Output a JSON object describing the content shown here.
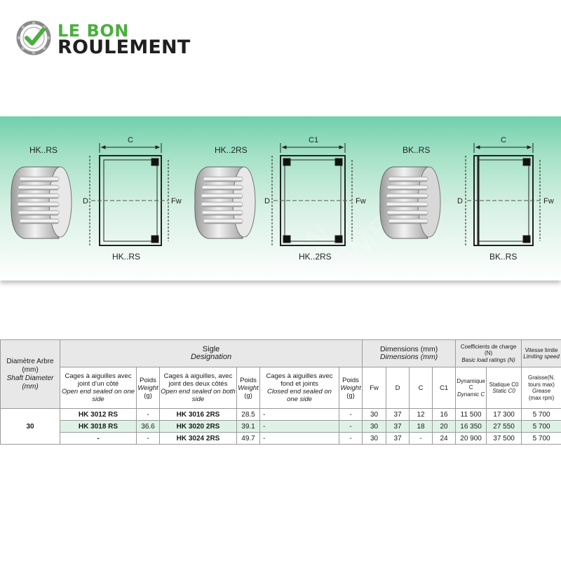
{
  "brand": {
    "line1": "LE BON",
    "line2": "ROULEMENT",
    "accent": "#4bae3f"
  },
  "diagrams": [
    {
      "title": "HK..RS",
      "caption": "HK..RS",
      "dim_top": "C",
      "dim_left": "D",
      "dim_right": "Fw"
    },
    {
      "title": "HK..2RS",
      "caption": "HK..2RS",
      "dim_top": "C1",
      "dim_left": "D",
      "dim_right": "Fw"
    },
    {
      "title": "BK..RS",
      "caption": "BK..RS",
      "dim_top": "C",
      "dim_left": "D",
      "dim_right": "Fw"
    }
  ],
  "table": {
    "shaft": {
      "fr": "Diamètre Arbre (mm)",
      "en": "Shaft Diameter (mm)",
      "value": "30"
    },
    "sigle": {
      "fr": "Sigle",
      "en": "Designation"
    },
    "dimensions": {
      "fr": "Dimensions (mm)",
      "en": "Dimensions (mm)"
    },
    "load": {
      "fr": "Coefficients de charge (N)",
      "en": "Basic load ratings (N)"
    },
    "speed": {
      "fr": "Vitesse limite",
      "en": "Limiting speed"
    },
    "col_open": {
      "fr": "Cages à aiguilles avec joint d'un côté",
      "en": "Open end sealed on one side"
    },
    "col_both": {
      "fr": "Cages à aiguilles, avec joint des deux côtés",
      "en": "Open end sealed on both side"
    },
    "col_closed": {
      "fr": "Cages à aiguilles avec fond et joints",
      "en": "Closed end sealed on one side"
    },
    "weight": {
      "fr": "Poids",
      "en": "Weight",
      "unit": "(g)"
    },
    "dims": {
      "fw": "Fw",
      "d": "D",
      "c": "C",
      "c1": "C1"
    },
    "dynamic": {
      "fr": "Dynamique C",
      "en": "Dynamic C"
    },
    "static": {
      "fr": "Statique C0",
      "en": "Static C0"
    },
    "grease": {
      "fr": "Graisse(N. tours max)",
      "en": "Grease",
      "unit": "(max rpm)"
    },
    "rows": [
      {
        "rs": "HK 3012 RS",
        "w1": "-",
        "rs2": "HK 3016 2RS",
        "w2": "28.5",
        "bk": "-",
        "w3": "-",
        "fw": "30",
        "d": "37",
        "c": "12",
        "c1": "16",
        "dyn": "11 500",
        "stat": "17 300",
        "speed": "5 700"
      },
      {
        "rs": "HK 3018 RS",
        "w1": "36.6",
        "rs2": "HK 3020 2RS",
        "w2": "39.1",
        "bk": "-",
        "w3": "-",
        "fw": "30",
        "d": "37",
        "c": "18",
        "c1": "20",
        "dyn": "16 350",
        "stat": "27 550",
        "speed": "5 700"
      },
      {
        "rs": "-",
        "w1": "-",
        "rs2": "HK 3024 2RS",
        "w2": "49.7",
        "bk": "-",
        "w3": "-",
        "fw": "30",
        "d": "37",
        "c": "-",
        "c1": "24",
        "dyn": "20 900",
        "stat": "37 500",
        "speed": "5 700"
      }
    ]
  }
}
